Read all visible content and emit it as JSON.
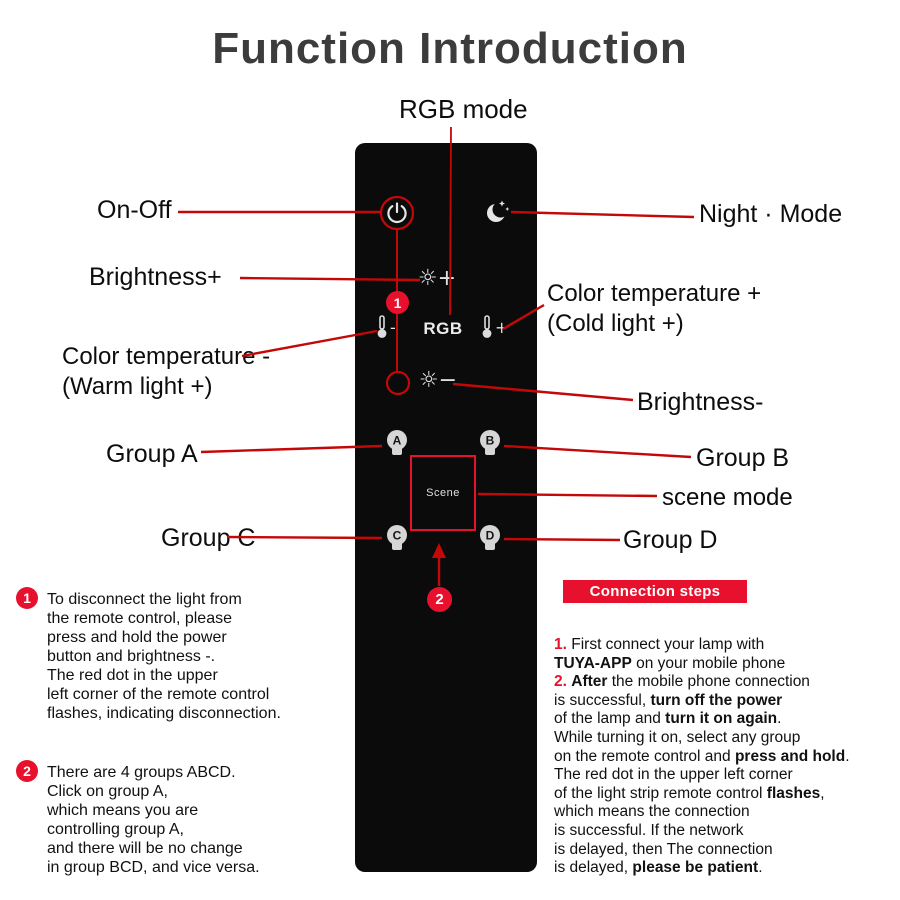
{
  "title": "Function Introduction",
  "labels": {
    "rgb_mode": "RGB mode",
    "on_off": "On-Off",
    "night_mode": "Night · Mode",
    "brightness_plus": "Brightness+",
    "color_temp_plus": [
      "Color temperature +",
      "(Cold light +)"
    ],
    "color_temp_minus": [
      "Color temperature -",
      "(Warm light +)"
    ],
    "brightness_minus": "Brightness-",
    "group_a": "Group A",
    "group_b": "Group B",
    "scene_mode": "scene mode",
    "group_c": "Group C",
    "group_d": "Group D"
  },
  "remote": {
    "rgb_button": "RGB",
    "scene_button": "Scene",
    "groups": [
      "A",
      "B",
      "C",
      "D"
    ],
    "glyphs": {
      "brightness_plus": "☼+",
      "brightness_minus": "☼−",
      "thermo_minus_sign": "-",
      "thermo_plus_sign": "+"
    }
  },
  "badges": {
    "note1": "1",
    "note2": "2"
  },
  "notes": [
    {
      "number": "1",
      "lines": [
        "To disconnect the light from",
        "the remote control, please",
        "press and hold the power",
        "button and brightness -.",
        "The red dot in the upper",
        "left corner of the remote control",
        "flashes, indicating disconnection."
      ]
    },
    {
      "number": "2",
      "lines": [
        "There are 4 groups ABCD.",
        "Click on group A,",
        "which means you are",
        "controlling group A,",
        "and there will be no change",
        "in group BCD, and vice versa."
      ]
    }
  ],
  "connection": {
    "banner": "Connection steps",
    "segments": [
      {
        "t": "1.",
        "red": true
      },
      {
        "t": " First connect your lamp with\n"
      },
      {
        "t": "TUYA-APP",
        "b": true
      },
      {
        "t": " on your mobile phone\n"
      },
      {
        "t": "2.",
        "red": true
      },
      {
        "t": " "
      },
      {
        "t": "After",
        "b": true
      },
      {
        "t": " the mobile phone connection\nis successful, "
      },
      {
        "t": "turn off the power",
        "b": true
      },
      {
        "t": "\nof the lamp and "
      },
      {
        "t": "turn it on again",
        "b": true
      },
      {
        "t": ".\nWhile turning it on, select any group\non the remote control and "
      },
      {
        "t": "press and hold",
        "b": true
      },
      {
        "t": ".\nThe red dot in the upper left corner\nof the light strip remote control "
      },
      {
        "t": "flashes",
        "b": true
      },
      {
        "t": ",\nwhich means the connection\nis successful. If the network\nis delayed, then The connection\nis delayed, "
      },
      {
        "t": "please be patient",
        "b": true
      },
      {
        "t": "."
      }
    ]
  },
  "colors": {
    "annotation_red": "#c40808",
    "badge_red": "#e8112d",
    "remote_black": "#0b0b0b",
    "title_gray": "#3c3c3c"
  }
}
